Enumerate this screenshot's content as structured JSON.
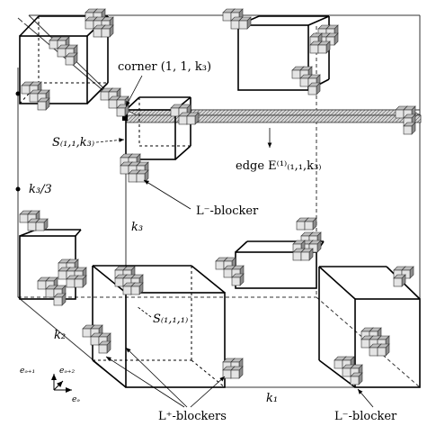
{
  "labels": {
    "corner": "corner (1, 1, k₃)",
    "s_top": "S₍₁,₁,k₃₎",
    "edge": "edge E⁽¹⁾₍₁,₁,k₃₎",
    "lminus_top": "L⁻-blocker",
    "k3_third": "k₃/3",
    "k3": "k₃",
    "k2": "k₂",
    "k1": "k₁",
    "s_bottom": "S₍₁,₁,₁₎",
    "lplus": "L⁺-blockers",
    "lminus_bottom": "L⁻-blocker"
  },
  "axes": {
    "e_d1": "eₔ₊₁",
    "e_d2": "eₔ₊₂",
    "e_d": "eₔ"
  }
}
